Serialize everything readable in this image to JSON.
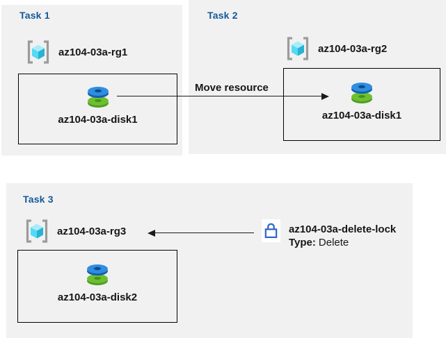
{
  "colors": {
    "panel_bg": "#f1f1f1",
    "title_color": "#14599a",
    "label_color": "#161616",
    "arrow_color": "#1a1a1a",
    "box_border": "#000000",
    "rg_bracket": "#9b9b9b",
    "cube_top": "#a9ecf9",
    "cube_left": "#55d9f5",
    "cube_right": "#28b2d3",
    "disk_blue": "#2f8de2",
    "disk_blue_dark": "#1261aa",
    "disk_blue_hole": "#0b4d89",
    "disk_green": "#6cc02f",
    "disk_green_dark": "#4f9e22",
    "disk_green_hole": "#478f1f",
    "lock_blue": "#2b66c6",
    "lock_bg": "#ffffff"
  },
  "tasks": {
    "task1": {
      "title": "Task 1",
      "resource_group": "az104-03a-rg1",
      "disk": "az104-03a-disk1"
    },
    "task2": {
      "title": "Task 2",
      "resource_group": "az104-03a-rg2",
      "disk": "az104-03a-disk1"
    },
    "task3": {
      "title": "Task 3",
      "resource_group": "az104-03a-rg3",
      "disk": "az104-03a-disk2"
    }
  },
  "move_arrow": {
    "label": "Move resource"
  },
  "lock": {
    "name": "az104-03a-delete-lock",
    "type_label": "Type:",
    "type_value": "Delete"
  },
  "icons": {
    "resource_group": "resource-group-icon",
    "disk": "disk-icon",
    "lock": "lock-icon"
  }
}
